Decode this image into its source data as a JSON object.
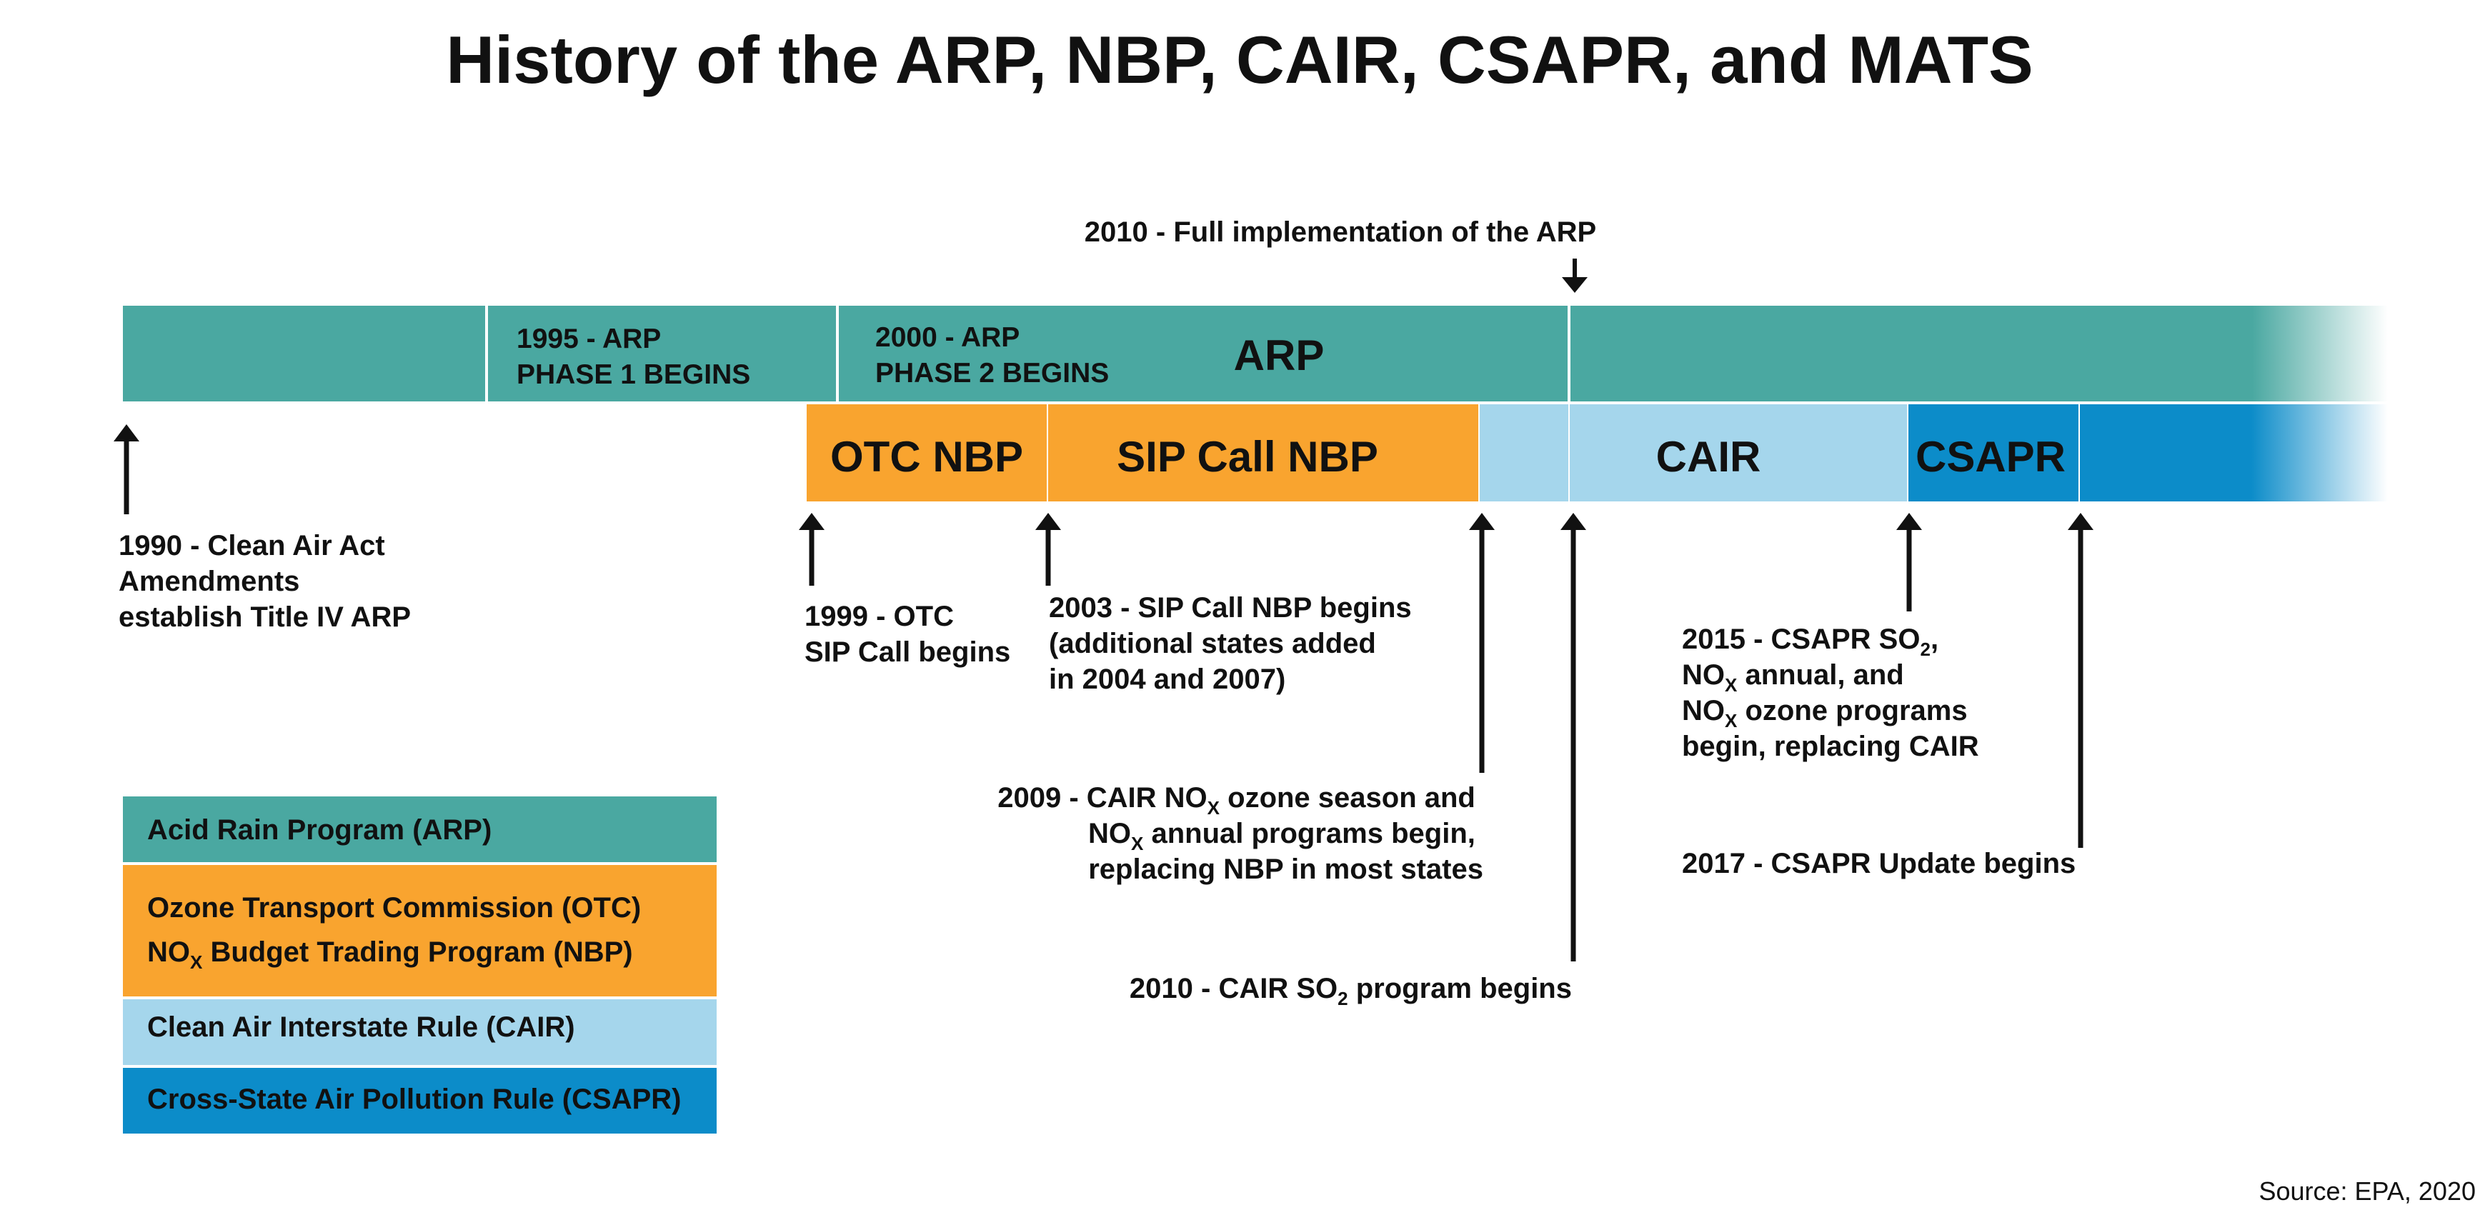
{
  "title": "History of the ARP, NBP, CAIR, CSAPR, and MATS",
  "source": "Source: EPA, 2020",
  "colors": {
    "arp": "#4aa8a1",
    "nbp": "#f9a42f",
    "cair": "#a5d6ec",
    "csapr": "#0c8cc9",
    "arrow": "#111111"
  },
  "bars": {
    "arp_label": "ARP",
    "arp_segment_1995": [
      "1995 - ARP",
      "PHASE 1 BEGINS"
    ],
    "arp_segment_2000": [
      "2000 - ARP",
      "PHASE 2 BEGINS"
    ],
    "otc_nbp": "OTC NBP",
    "sip_call_nbp": "SIP Call NBP",
    "cair": "CAIR",
    "csapr": "CSAPR"
  },
  "events": {
    "e2010_full": "2010 - Full implementation of the ARP",
    "e1990": [
      "1990 - Clean Air Act",
      "Amendments",
      "establish Title IV ARP"
    ],
    "e1999": [
      "1999 - OTC",
      "SIP Call begins"
    ],
    "e2003": [
      "2003 - SIP Call NBP begins",
      "(additional states added",
      "in 2004 and 2007)"
    ],
    "e2009": {
      "line1_a": "2009 - CAIR NO",
      "line1_sub": "X",
      "line1_b": " ozone season and",
      "line2_a": "NO",
      "line2_sub": "X",
      "line2_b": " annual programs begin,",
      "line3": "replacing NBP in most states"
    },
    "e2010_cair": {
      "a": "2010 - CAIR SO",
      "sub": "2",
      "b": " program begins"
    },
    "e2015": {
      "line1_a": "2015 - CSAPR SO",
      "line1_sub": "2",
      "line1_b": ",",
      "line2_a": "NO",
      "line2_sub": "X",
      "line2_b": " annual, and",
      "line3_a": "NO",
      "line3_sub": "X",
      "line3_b": " ozone programs",
      "line4": "begin, replacing CAIR"
    },
    "e2017": "2017 - CSAPR Update begins"
  },
  "legend": {
    "arp": "Acid Rain Program (ARP)",
    "nbp_line1": "Ozone Transport Commission (OTC)",
    "nbp_line2_a": "NO",
    "nbp_line2_sub": "X",
    "nbp_line2_b": " Budget Trading Program (NBP)",
    "cair": "Clean Air Interstate Rule (CAIR)",
    "csapr": "Cross-State Air Pollution Rule (CSAPR)"
  }
}
